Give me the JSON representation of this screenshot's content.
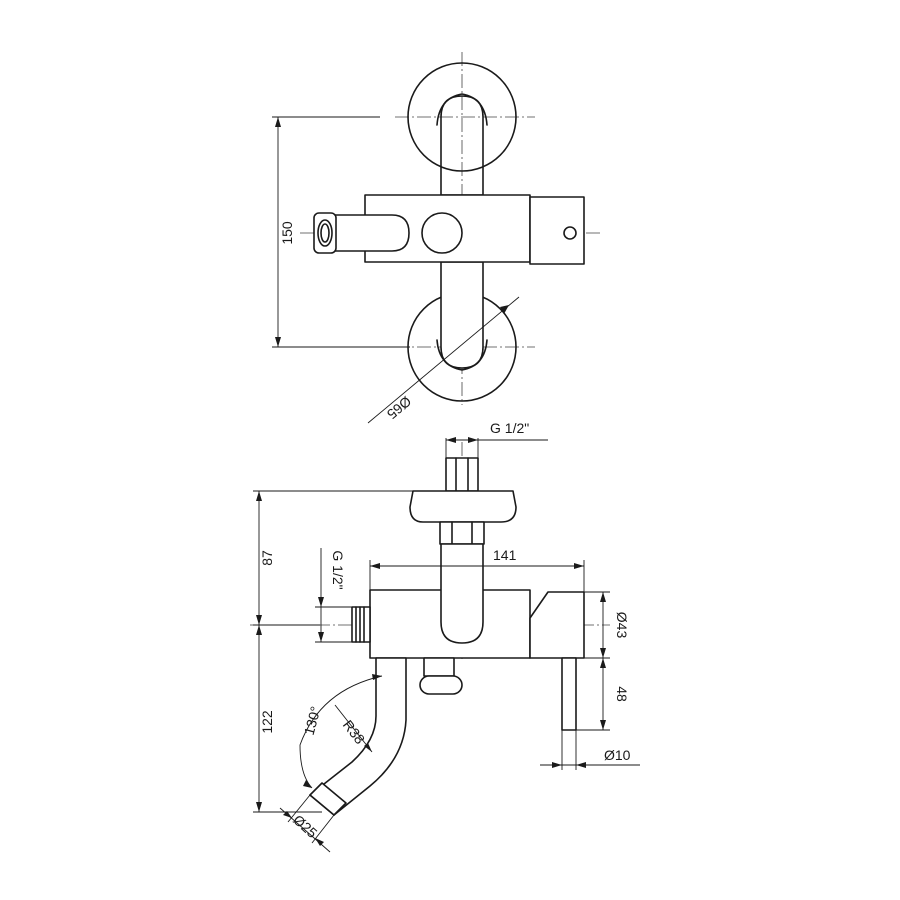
{
  "drawing": {
    "top_view": {
      "height_dim": "150",
      "flange_dia": "Ø65"
    },
    "side_view": {
      "inlet_thread_top": "G 1/2\"",
      "inlet_thread_left": "G 1/2\"",
      "top_height": "87",
      "body_length": "141",
      "body_dia": "Ø43",
      "lever_length": "48",
      "lever_dia": "Ø10",
      "spout_drop": "122",
      "spout_angle": "130°",
      "spout_radius": "R38",
      "spout_dia": "Ø25"
    }
  }
}
